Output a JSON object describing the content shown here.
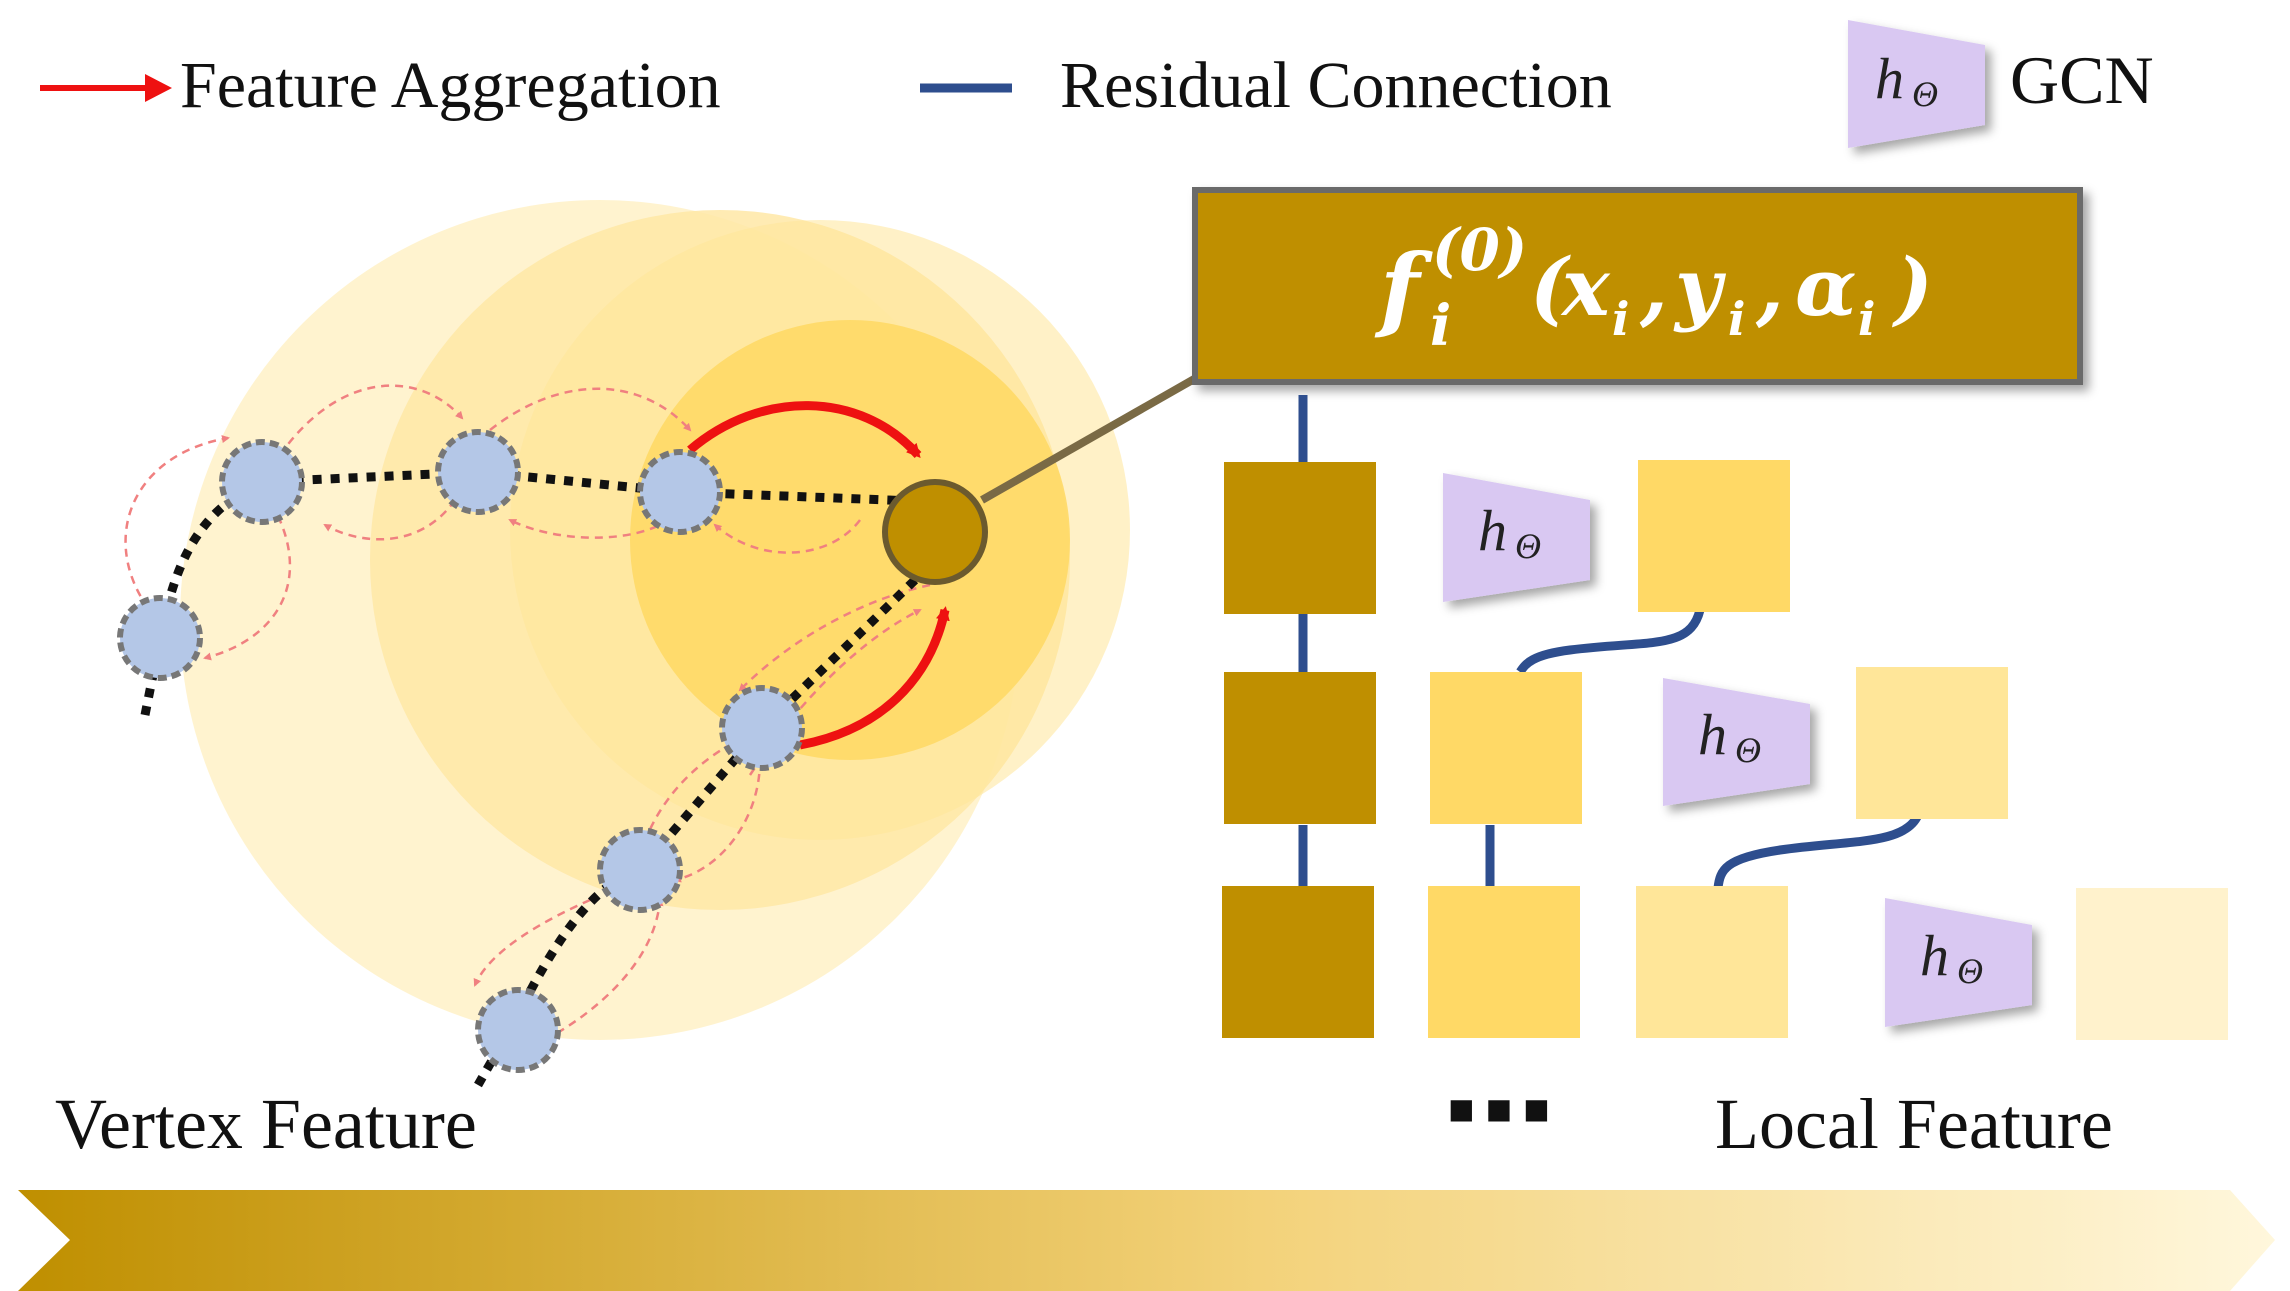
{
  "legend": {
    "feature_aggregation": "Feature Aggregation",
    "residual_connection": "Residual Connection",
    "gcn": "GCN"
  },
  "gcn_symbol": {
    "main": "h",
    "sub": "Θ"
  },
  "formula": {
    "f": "f",
    "sup": "(0)",
    "sub": "i",
    "args": "(x",
    "y": "y",
    "alpha": "α",
    "close": ")"
  },
  "labels": {
    "vertex_feature": "Vertex Feature",
    "local_feature": "Local Feature",
    "ellipsis": "■ ■ ■"
  },
  "colors": {
    "aggregation_arrow": "#ee1111",
    "residual_line": "#2e4e8e",
    "gcn_trapezoid": "#d9c8f2",
    "formula_box": "#bf8f00",
    "vertex_node": "#b4c7e7",
    "center_node": "#bf8f00",
    "square_dark": "#bf8f00",
    "square_mid": "#ffd966",
    "square_light": "#ffe699",
    "square_pale": "#fff2cc"
  }
}
